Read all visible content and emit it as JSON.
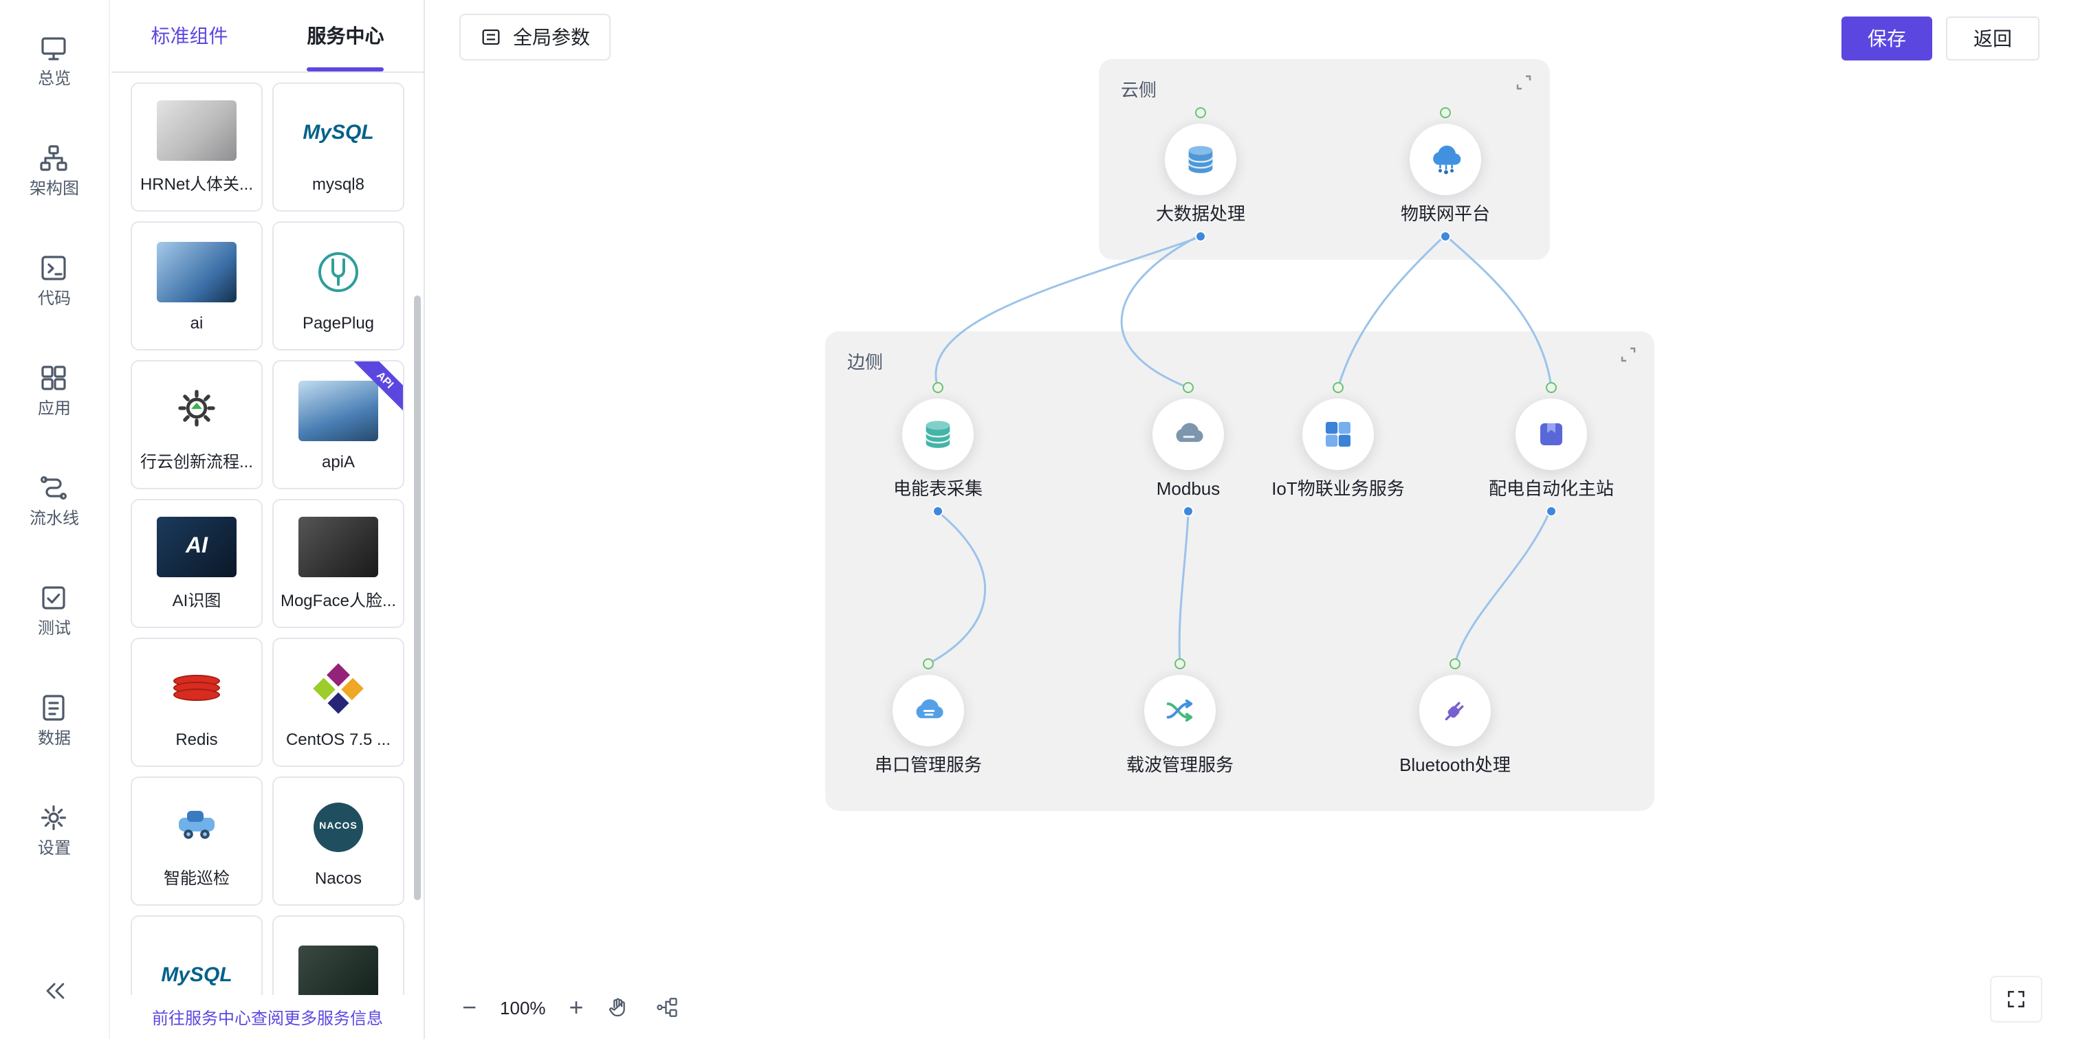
{
  "header": {
    "global_params_label": "全局参数",
    "save_label": "保存",
    "back_label": "返回"
  },
  "sidebar": {
    "items": [
      {
        "label": "总览",
        "icon": "overview-icon"
      },
      {
        "label": "架构图",
        "icon": "architecture-icon"
      },
      {
        "label": "代码",
        "icon": "code-icon"
      },
      {
        "label": "应用",
        "icon": "apps-icon"
      },
      {
        "label": "流水线",
        "icon": "pipeline-icon"
      },
      {
        "label": "测试",
        "icon": "test-icon"
      },
      {
        "label": "数据",
        "icon": "data-icon"
      },
      {
        "label": "设置",
        "icon": "settings-icon"
      }
    ]
  },
  "panel": {
    "tabs": [
      {
        "label": "标准组件",
        "active": false
      },
      {
        "label": "服务中心",
        "active": true
      }
    ],
    "cards": [
      {
        "label": "HRNet人体关...",
        "icon": "hrnet-photo"
      },
      {
        "label": "mysql8",
        "icon": "mysql-logo"
      },
      {
        "label": "ai",
        "icon": "ai-photo"
      },
      {
        "label": "PagePlug",
        "icon": "pageplug-logo"
      },
      {
        "label": "行云创新流程...",
        "icon": "gear-logo"
      },
      {
        "label": "apiA",
        "icon": "api-photo",
        "badge": "API"
      },
      {
        "label": "AI识图",
        "icon": "ai-vision-photo"
      },
      {
        "label": "MogFace人脸...",
        "icon": "mogface-photo"
      },
      {
        "label": "Redis",
        "icon": "redis-logo"
      },
      {
        "label": "CentOS 7.5 ...",
        "icon": "centos-logo"
      },
      {
        "label": "智能巡检",
        "icon": "patrol-vehicle-logo"
      },
      {
        "label": "Nacos",
        "icon": "nacos-logo"
      },
      {
        "label": "",
        "icon": "mysql-logo-partial"
      },
      {
        "label": "",
        "icon": "dark-photo-partial"
      }
    ],
    "footer_link": "前往服务中心查阅更多服务信息",
    "logos": {
      "mysql": "MySQL",
      "nacos": "NACOS",
      "ai": "AI"
    }
  },
  "canvas": {
    "groups": [
      {
        "label": "云侧"
      },
      {
        "label": "边侧"
      }
    ],
    "nodes": [
      {
        "label": "大数据处理",
        "icon": "database-icon",
        "group": "云侧"
      },
      {
        "label": "物联网平台",
        "icon": "iot-platform-icon",
        "group": "云侧"
      },
      {
        "label": "电能表采集",
        "icon": "database-icon",
        "group": "边侧"
      },
      {
        "label": "Modbus",
        "icon": "cloud-icon",
        "group": "边侧"
      },
      {
        "label": "IoT物联业务服务",
        "icon": "puzzle-icon",
        "group": "边侧"
      },
      {
        "label": "配电自动化主站",
        "icon": "module-icon",
        "group": "边侧"
      },
      {
        "label": "串口管理服务",
        "icon": "cloud-serial-icon",
        "group": "边侧"
      },
      {
        "label": "载波管理服务",
        "icon": "shuffle-icon",
        "group": "边侧"
      },
      {
        "label": "Bluetooth处理",
        "icon": "plug-icon",
        "group": "边侧"
      }
    ],
    "edges": [
      {
        "from": "电能表采集",
        "to": "大数据处理"
      },
      {
        "from": "Modbus",
        "to": "大数据处理"
      },
      {
        "from": "IoT物联业务服务",
        "to": "物联网平台"
      },
      {
        "from": "配电自动化主站",
        "to": "物联网平台"
      },
      {
        "from": "串口管理服务",
        "to": "电能表采集"
      },
      {
        "from": "载波管理服务",
        "to": "Modbus"
      },
      {
        "from": "Bluetooth处理",
        "to": "配电自动化主站"
      }
    ]
  },
  "zoombar": {
    "zoom_out": "−",
    "zoom_level": "100%",
    "zoom_in": "+"
  },
  "colors": {
    "accent": "#5b47e0",
    "edge": "#9cc3ea",
    "source_dot": "#6fbf73",
    "target_dot": "#3f88dd",
    "group_bg": "#f1f1f2"
  }
}
